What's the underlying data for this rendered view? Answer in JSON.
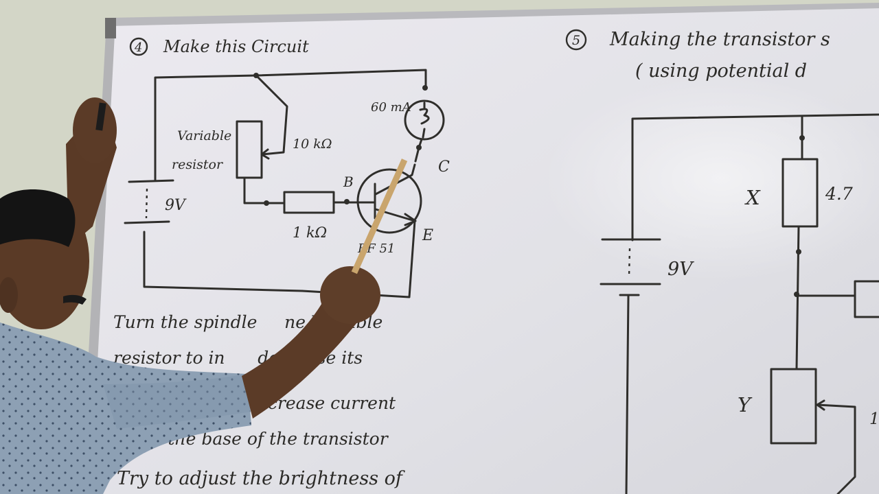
{
  "left_panel": {
    "step_number": "4",
    "heading": "Make this Circuit",
    "labels": {
      "variable_resistor_1": "Variable",
      "variable_resistor_2": "resistor",
      "pot_value": "10 kΩ",
      "lamp_current": "60 mA",
      "battery": "9V",
      "base_resistor": "1 kΩ",
      "base": "B",
      "collector": "C",
      "emitter": "E",
      "transistor_part": "BF 51"
    },
    "instructions": [
      "Turn the spindle     ne Variable",
      "resistor to in      decrease its",
      "                 ease/increase current",
      "          the base of the transistor",
      "Try to adjust the brightness of"
    ]
  },
  "right_panel": {
    "step_number": "5",
    "heading_line1": "Making the transistor s",
    "heading_line2": "( using potential d",
    "labels": {
      "battery": "9V",
      "resistor_x": "X",
      "resistor_x_value": "4.7 ",
      "resistor_y": "Y",
      "pot_value_partial": "1"
    }
  },
  "colors": {
    "board": "#e4e4ea",
    "wall": "#d3d6c7",
    "ink": "#2f2e2b",
    "shirt": "#8fa1b5",
    "skin": "#5b3b27"
  }
}
